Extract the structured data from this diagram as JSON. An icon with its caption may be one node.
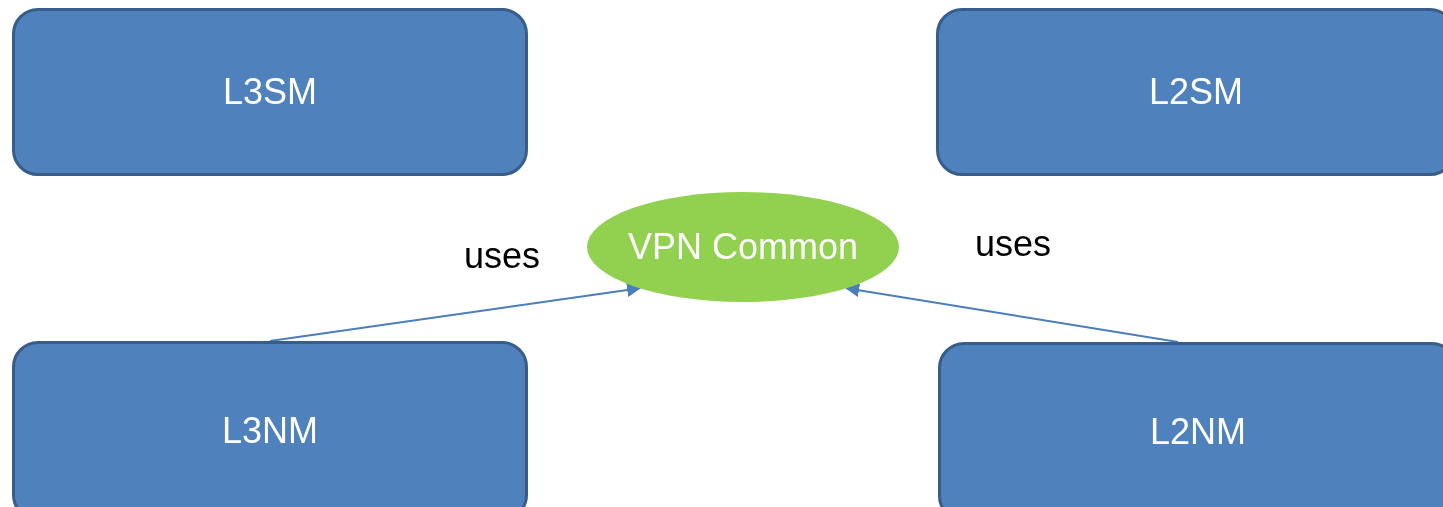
{
  "diagram": {
    "nodes": [
      {
        "text": [
          "L3SM"
        ]
      },
      {
        "text": [
          "L2SM"
        ]
      },
      {
        "text": [
          "VPN Common"
        ]
      },
      {
        "text": [
          "L3NM"
        ]
      },
      {
        "text": [
          "L2NM"
        ]
      }
    ],
    "edges": [
      {
        "from": 3,
        "to": 2,
        "arrow": "to",
        "label": "uses"
      },
      {
        "from": 4,
        "to": 2,
        "arrow": "to",
        "label": "uses"
      }
    ]
  }
}
